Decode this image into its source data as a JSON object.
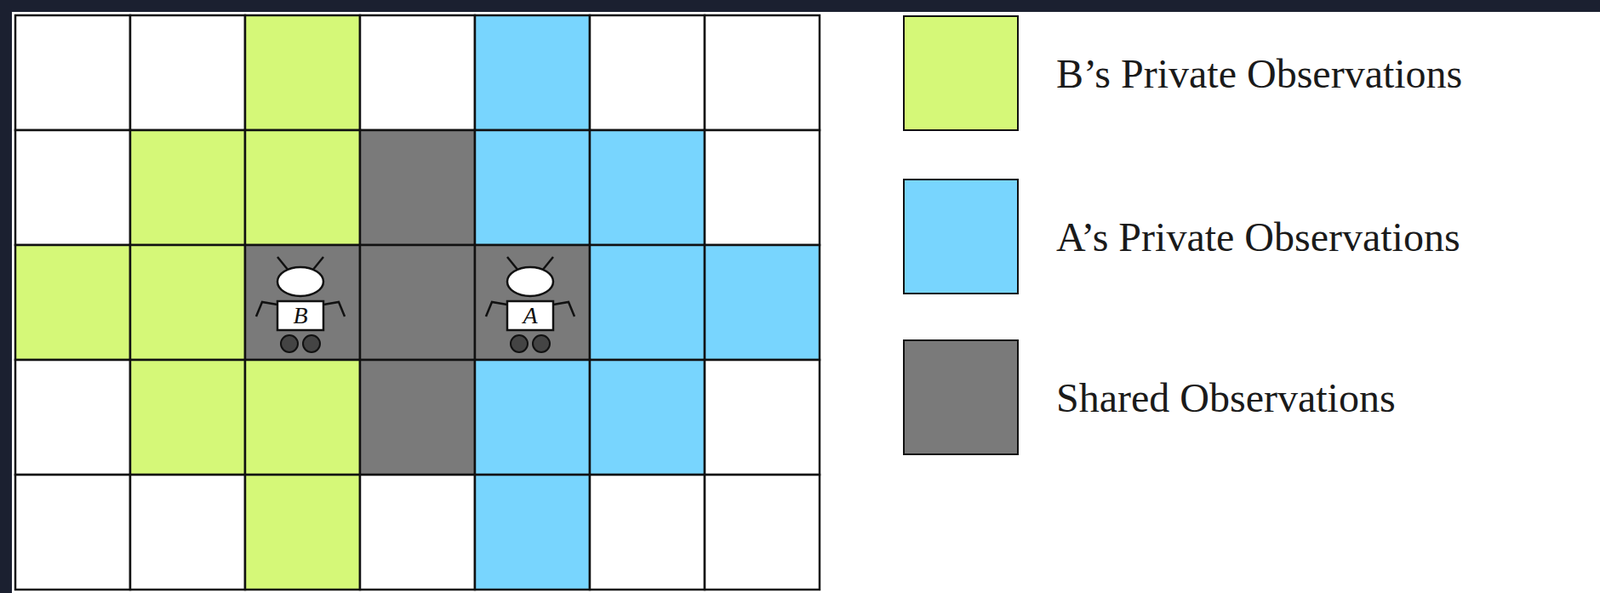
{
  "diagram": {
    "labels": [
      "B",
      "A"
    ],
    "legend": [
      {
        "text": "B’s Private Observations",
        "color": "#d5f878"
      },
      {
        "text": "A’s Private Observations",
        "color": "#78d5fe"
      },
      {
        "text": "Shared Observations",
        "color": "#7a7a7a"
      }
    ]
  }
}
